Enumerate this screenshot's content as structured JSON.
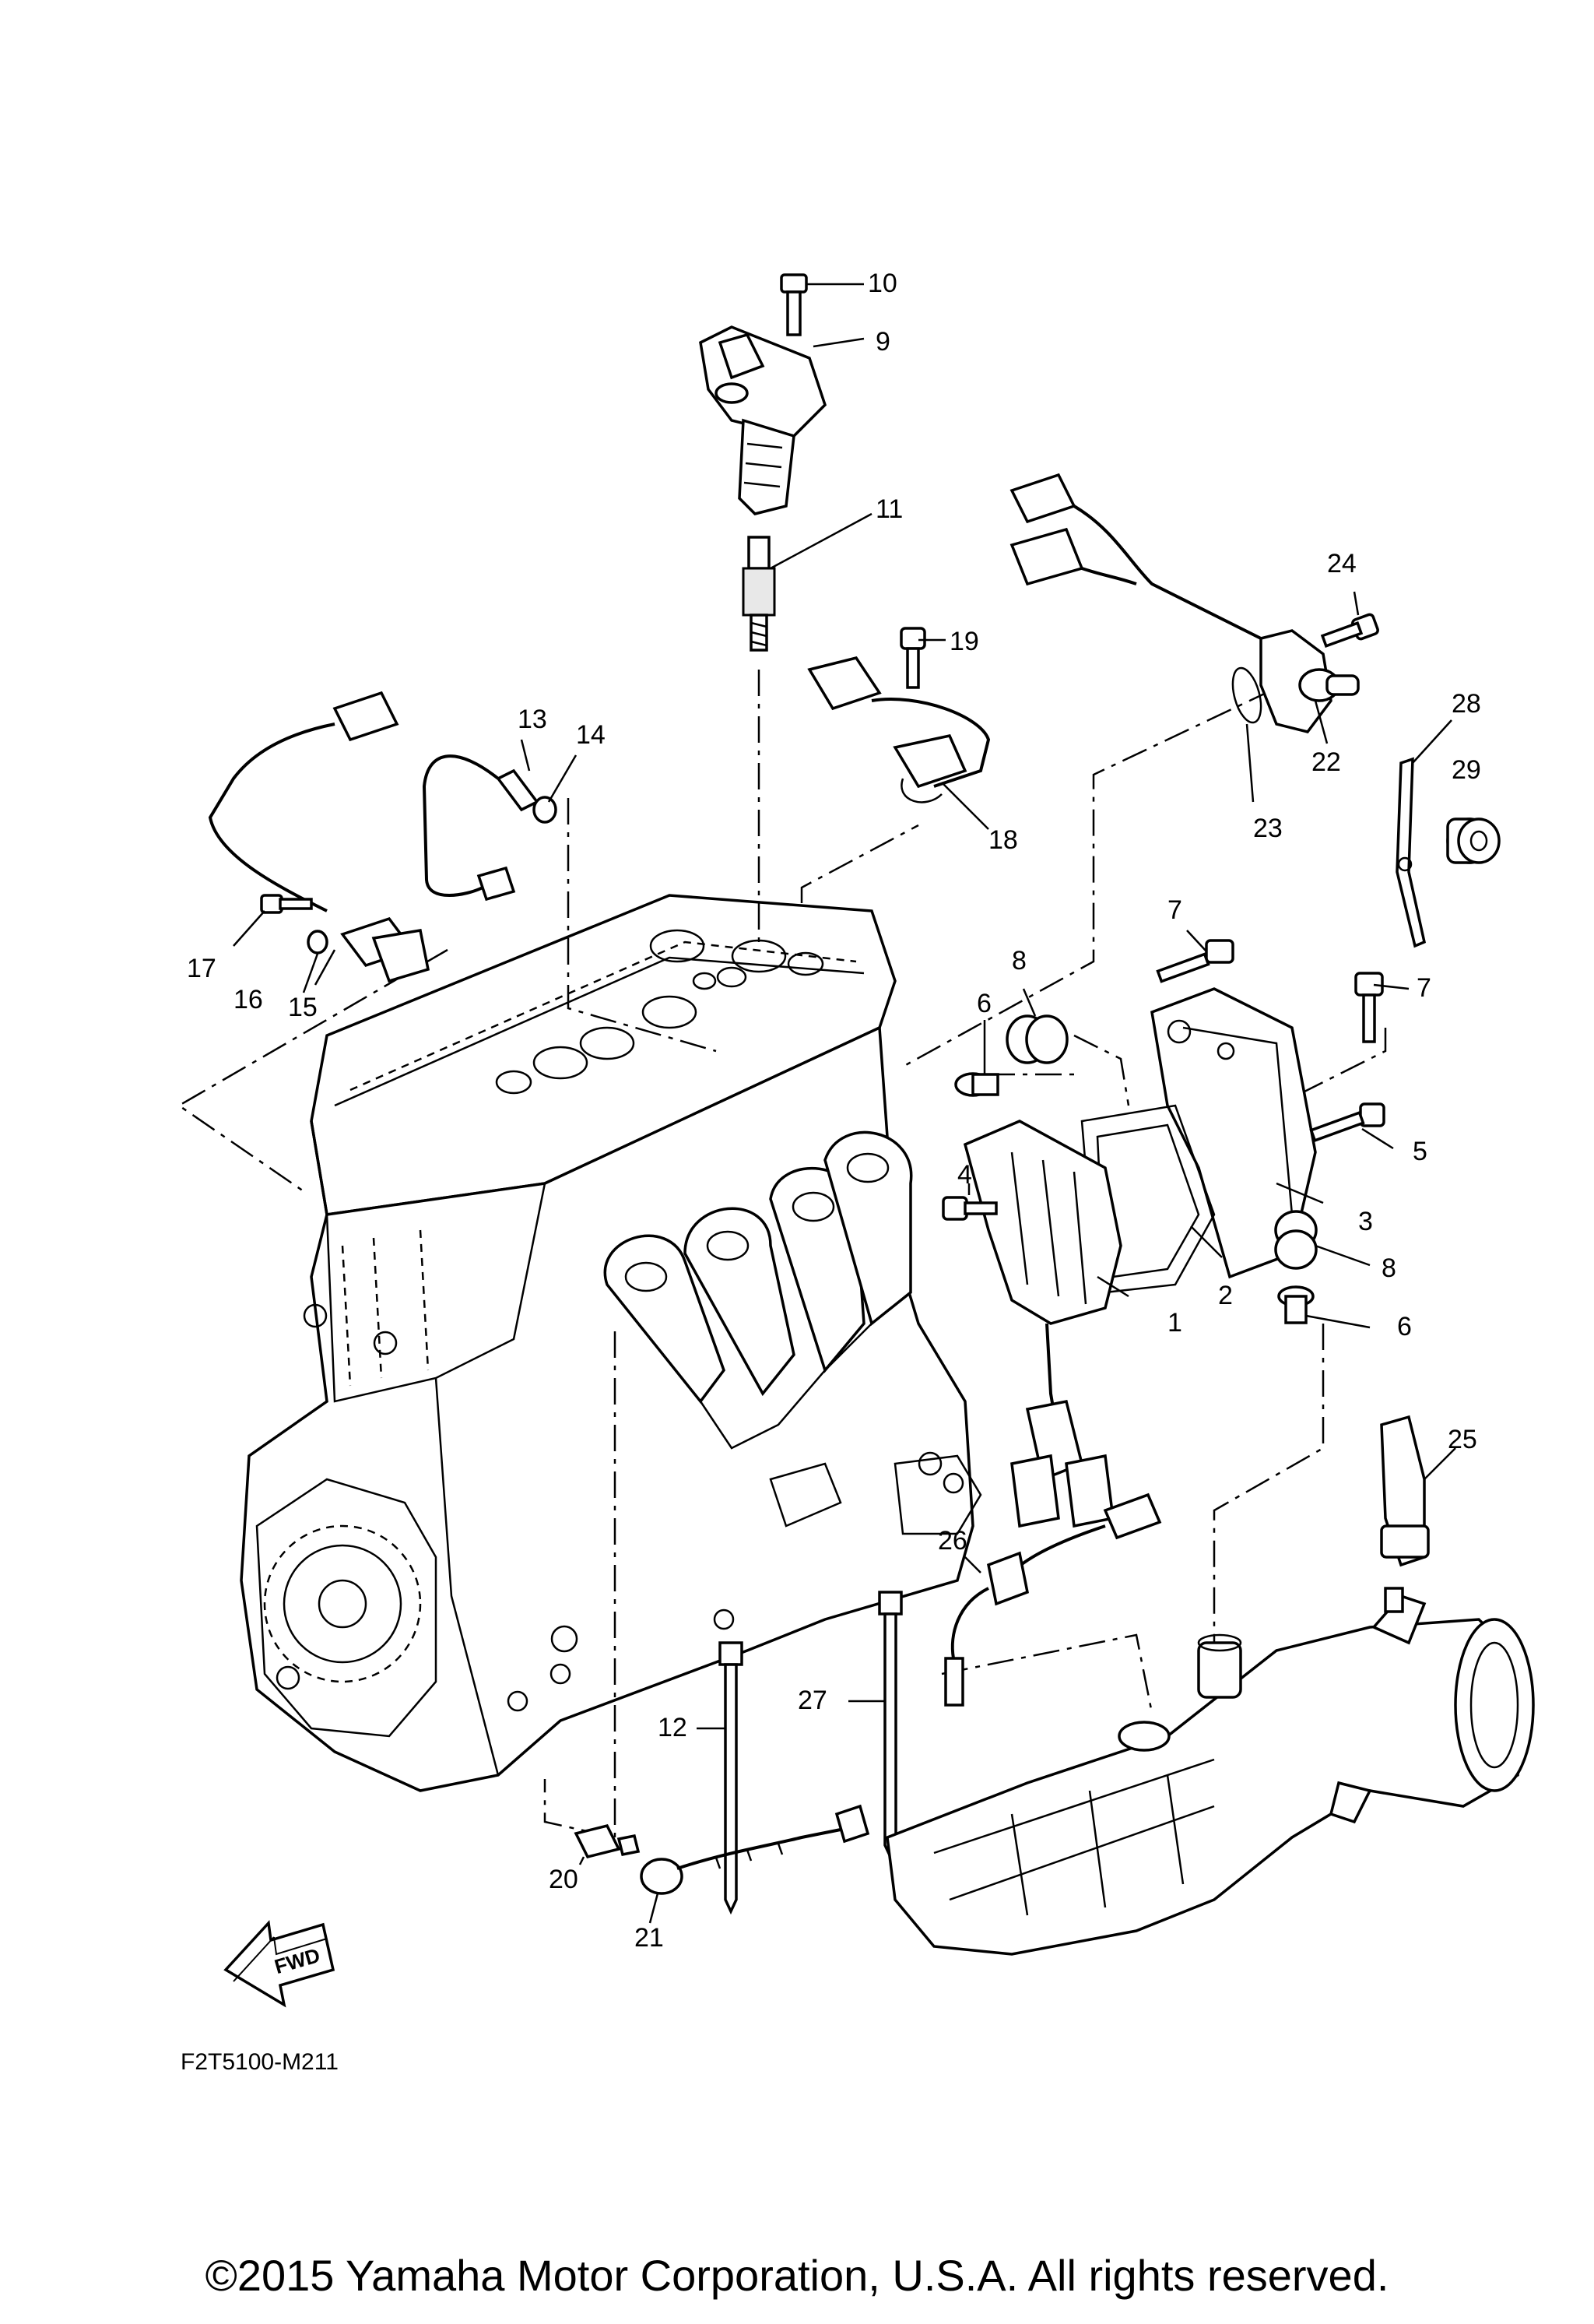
{
  "diagram_code": "F2T5100-M211",
  "copyright": "©2015 Yamaha Motor Corporation, U.S.A. All rights reserved.",
  "fwd_label": "FWD",
  "callouts": [
    {
      "id": "c1",
      "label": "1"
    },
    {
      "id": "c2",
      "label": "2"
    },
    {
      "id": "c3",
      "label": "3"
    },
    {
      "id": "c4",
      "label": "4"
    },
    {
      "id": "c5",
      "label": "5"
    },
    {
      "id": "c6a",
      "label": "6"
    },
    {
      "id": "c6b",
      "label": "6"
    },
    {
      "id": "c7a",
      "label": "7"
    },
    {
      "id": "c7b",
      "label": "7"
    },
    {
      "id": "c8a",
      "label": "8"
    },
    {
      "id": "c8b",
      "label": "8"
    },
    {
      "id": "c9",
      "label": "9"
    },
    {
      "id": "c10",
      "label": "10"
    },
    {
      "id": "c11",
      "label": "11"
    },
    {
      "id": "c12",
      "label": "12"
    },
    {
      "id": "c13",
      "label": "13"
    },
    {
      "id": "c14",
      "label": "14"
    },
    {
      "id": "c15",
      "label": "15"
    },
    {
      "id": "c16",
      "label": "16"
    },
    {
      "id": "c17",
      "label": "17"
    },
    {
      "id": "c18",
      "label": "18"
    },
    {
      "id": "c19",
      "label": "19"
    },
    {
      "id": "c20",
      "label": "20"
    },
    {
      "id": "c21",
      "label": "21"
    },
    {
      "id": "c22",
      "label": "22"
    },
    {
      "id": "c23",
      "label": "23"
    },
    {
      "id": "c24",
      "label": "24"
    },
    {
      "id": "c25",
      "label": "25"
    },
    {
      "id": "c26",
      "label": "26"
    },
    {
      "id": "c27",
      "label": "27"
    },
    {
      "id": "c28",
      "label": "28"
    },
    {
      "id": "c29",
      "label": "29"
    }
  ]
}
